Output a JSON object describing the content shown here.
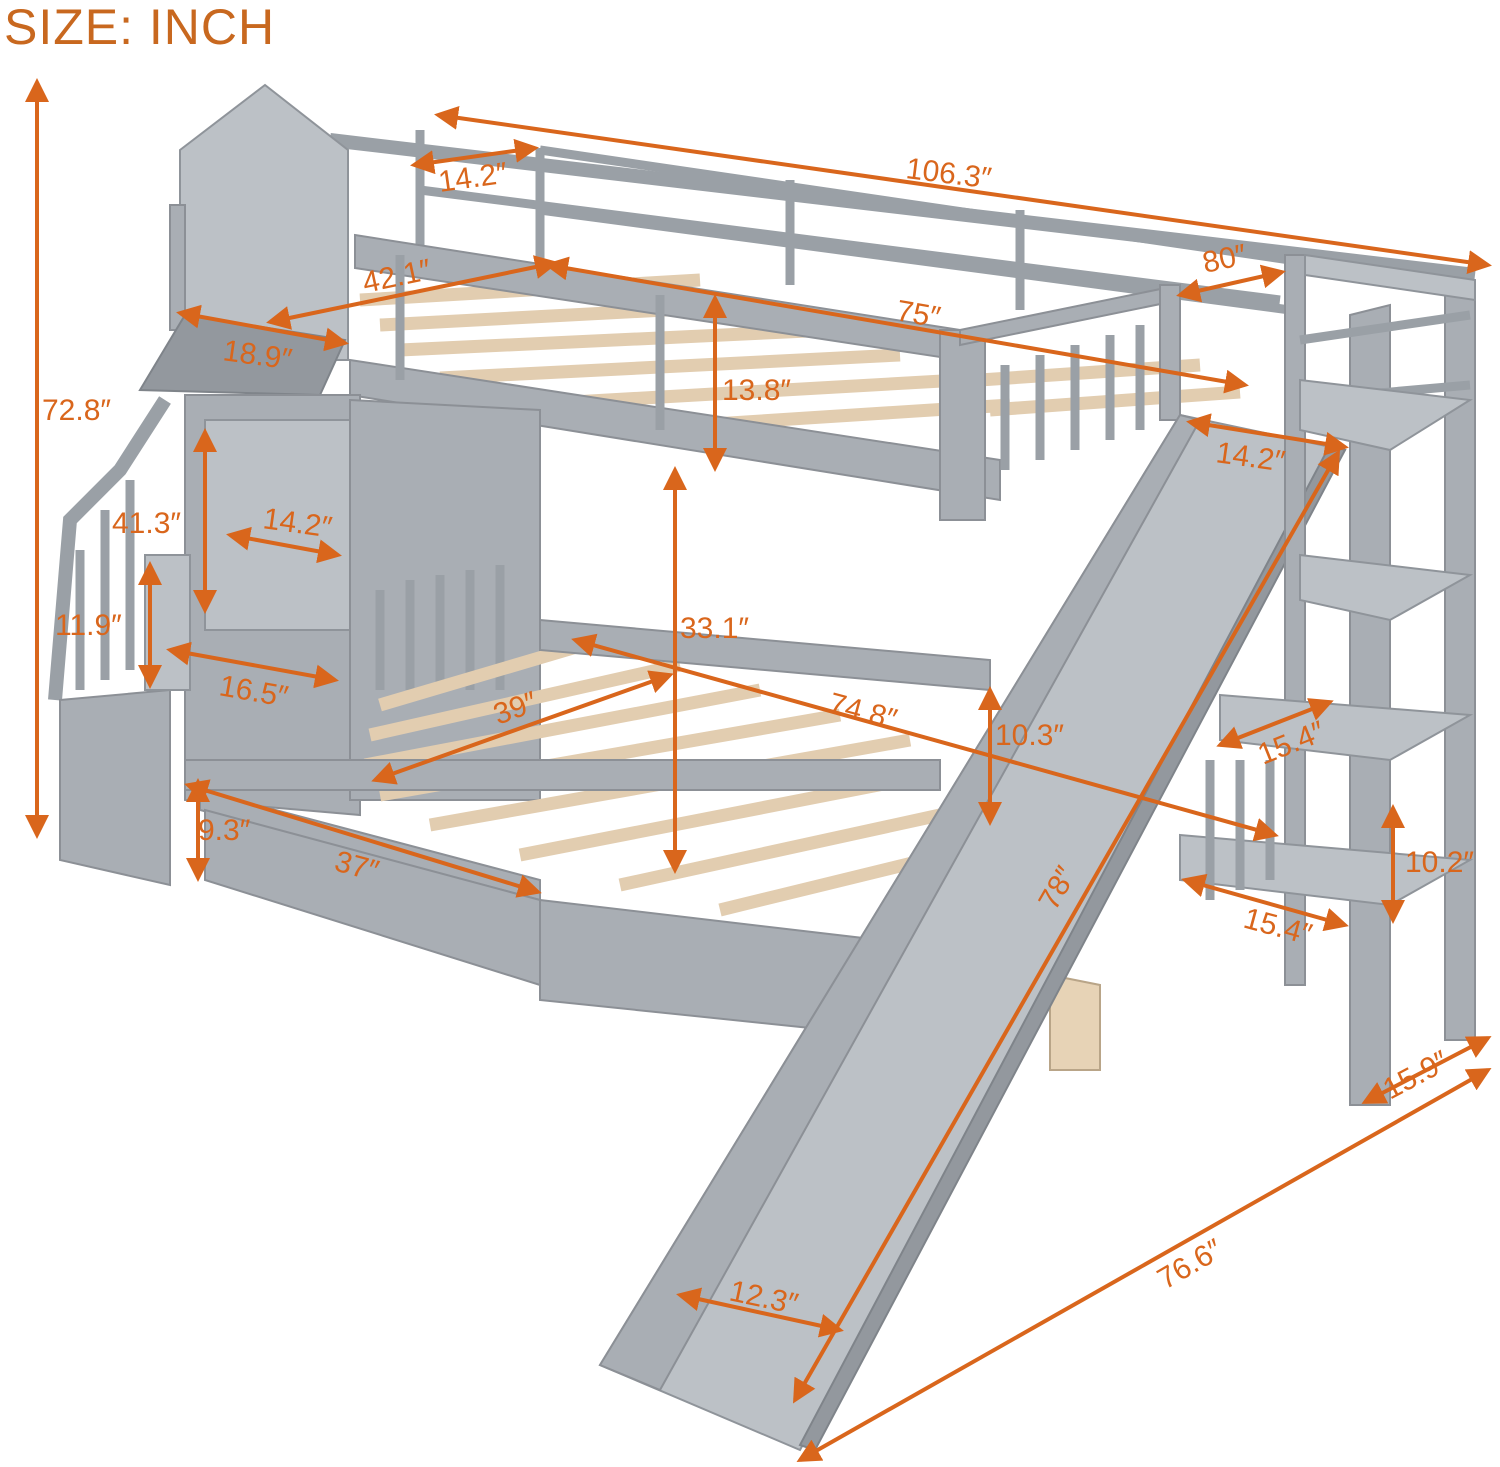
{
  "title": "SIZE: INCH",
  "colors": {
    "accent": "#d9661c",
    "frame": "#a9aeb4",
    "slats": "#e2cdb0"
  },
  "dimensions": {
    "total_length": "106.3″",
    "total_height": "72.8″",
    "top_rail_width": "14.2″",
    "top_bed_width": "42.1″",
    "top_bed_length": "75″",
    "top_guard_gap": "80″",
    "top_guard_height": "13.8″",
    "roof_width": "18.9″",
    "slide_top_width": "14.2″",
    "stair_height": "41.3″",
    "window_width": "14.2″",
    "step_height": "11.9″",
    "window_sill": "16.5″",
    "bunk_clearance": "33.1″",
    "bottom_bed_width": "39″",
    "bottom_bed_length": "74.8″",
    "bottom_guard_height": "10.3″",
    "drawer_height": "9.3″",
    "drawer_length": "37″",
    "slide_length": "78″",
    "shelf_depth_upper": "15.4″",
    "shelf_depth_lower": "15.4″",
    "shelf_height": "10.2″",
    "ladder_depth": "15.9″",
    "total_width": "76.6″",
    "slide_width": "12.3″"
  }
}
